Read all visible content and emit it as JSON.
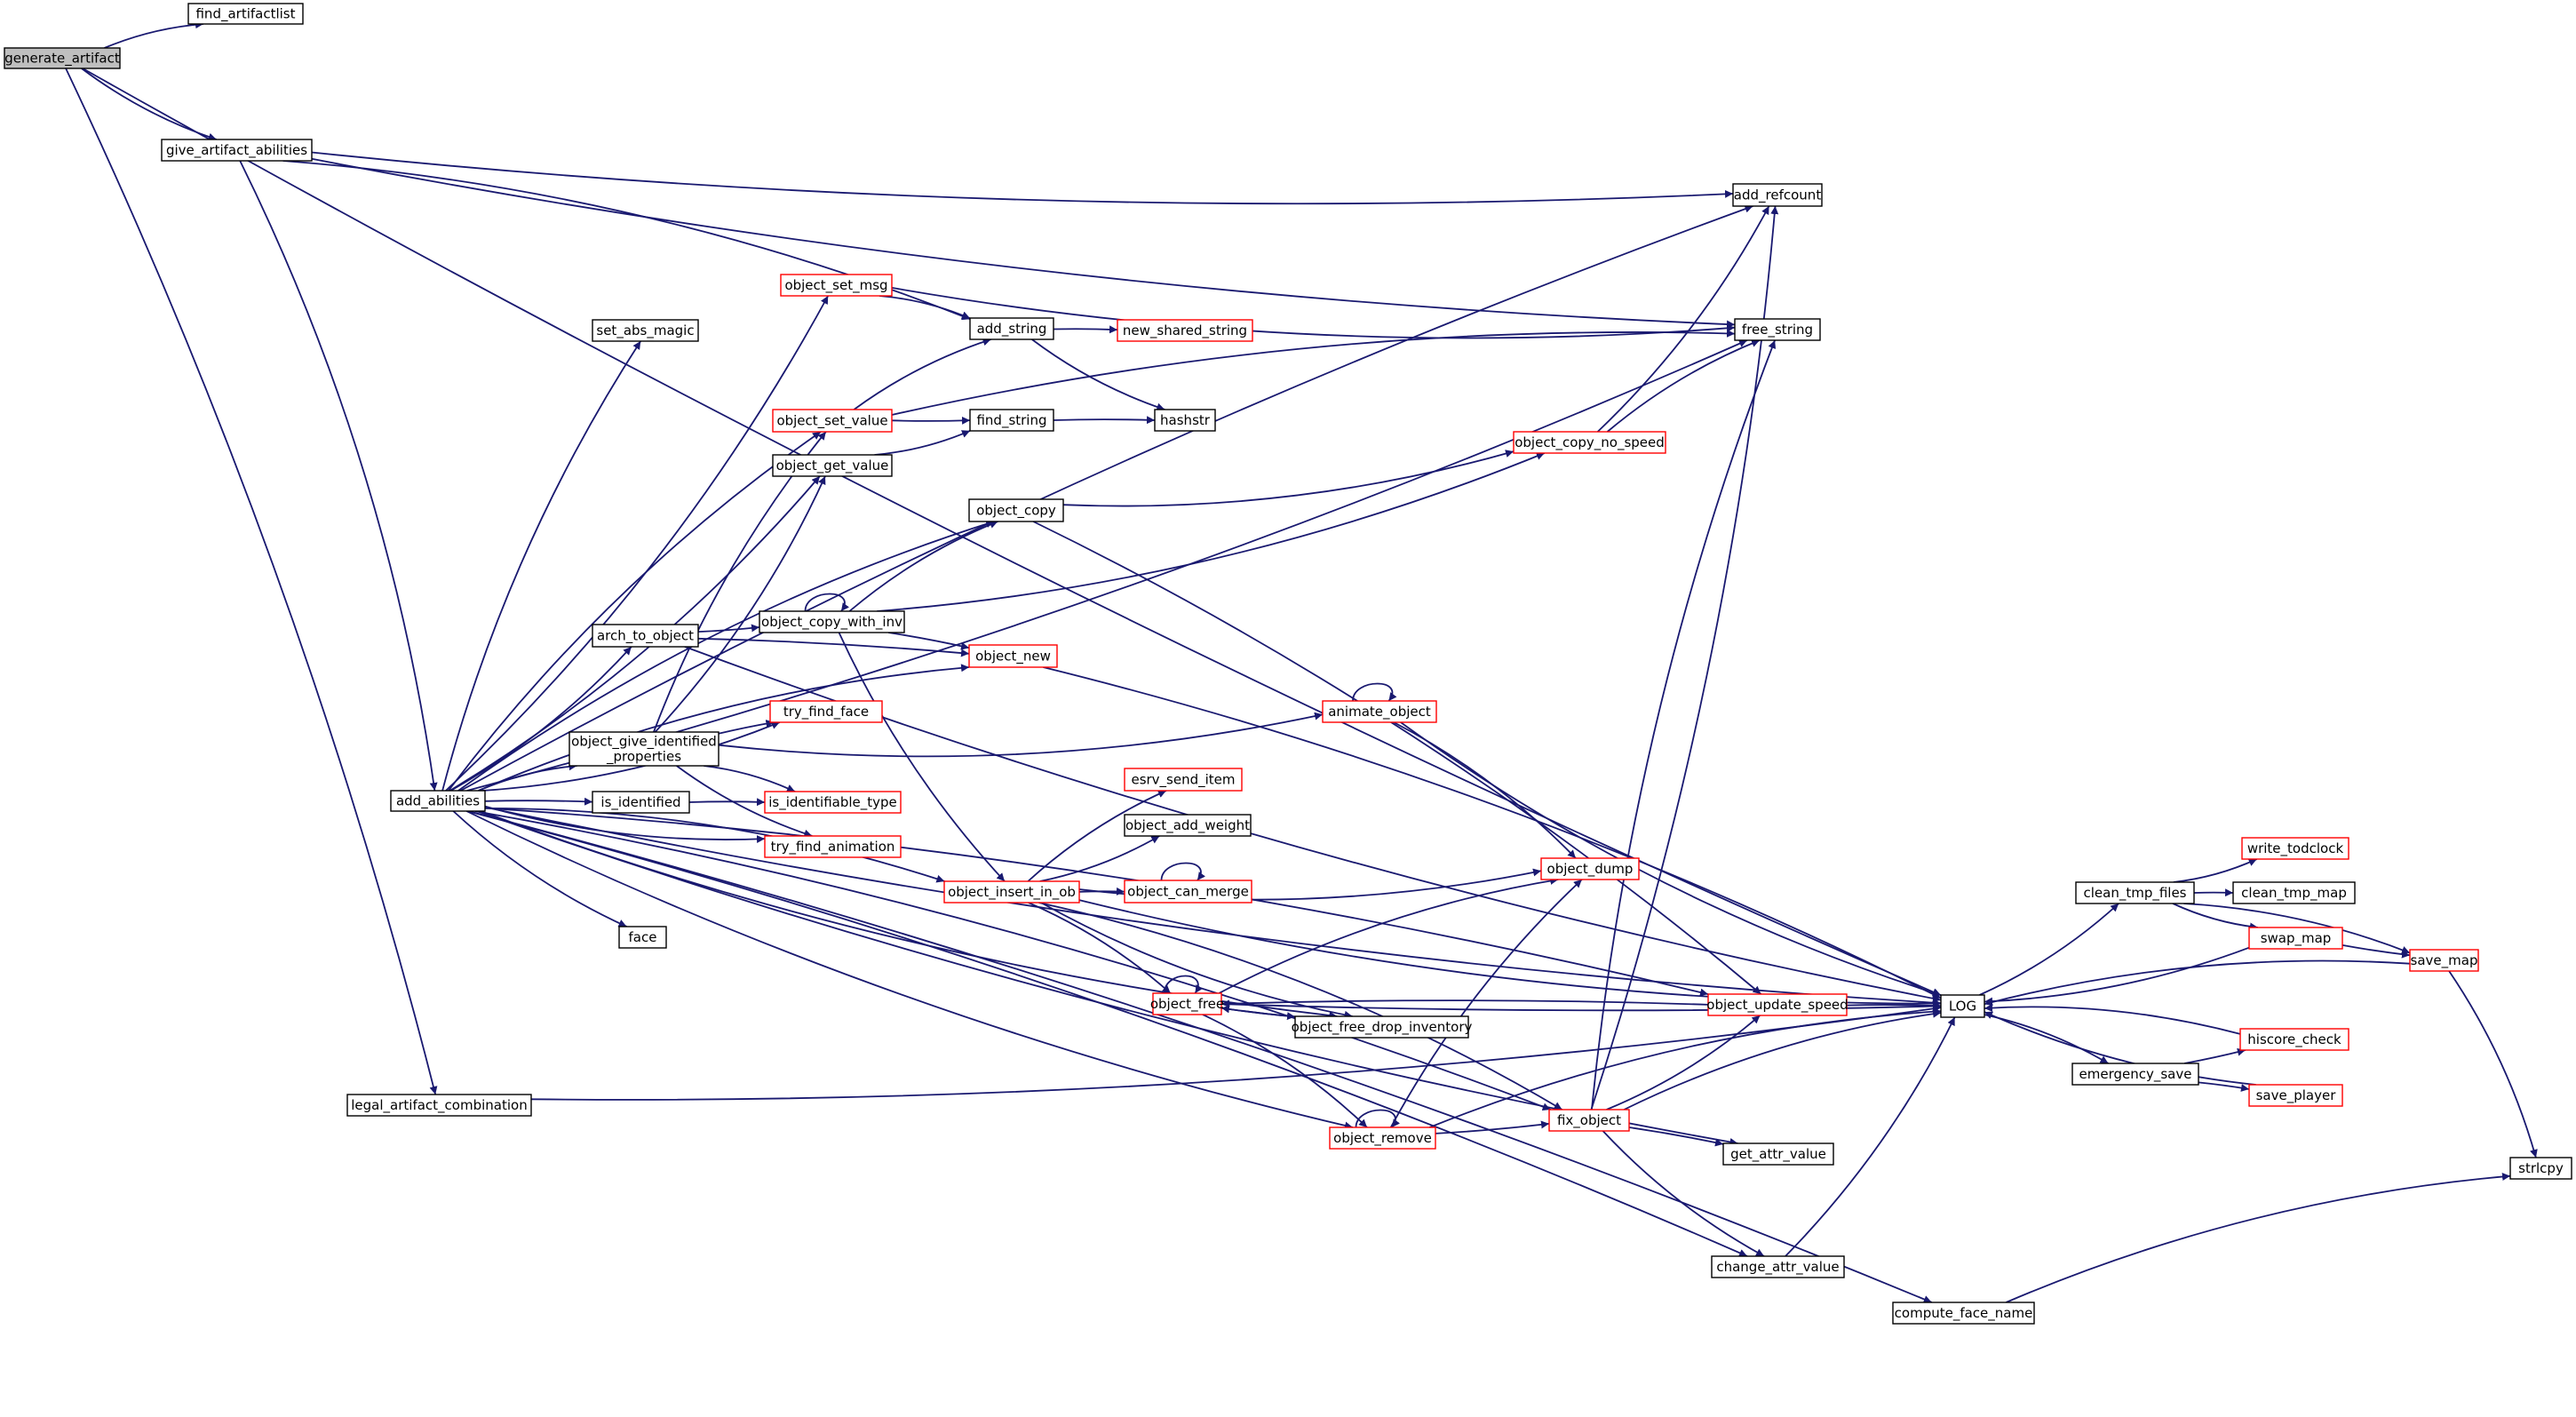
{
  "colors": {
    "edge": "#191970",
    "node_border": "#000000",
    "node_border_incomplete": "#ff0000",
    "root_fill": "#bfbfbf",
    "node_fill": "#ffffff"
  },
  "nodes": {
    "generate_artifact": {
      "lines": [
        "generate_artifact"
      ],
      "style": "root"
    },
    "find_artifactlist": {
      "lines": [
        "find_artifactlist"
      ],
      "style": "normal"
    },
    "give_artifact_abilities": {
      "lines": [
        "give_artifact_abilities"
      ],
      "style": "normal"
    },
    "add_abilities": {
      "lines": [
        "add_abilities"
      ],
      "style": "normal"
    },
    "legal_artifact_combination": {
      "lines": [
        "legal_artifact_combination"
      ],
      "style": "normal"
    },
    "set_abs_magic": {
      "lines": [
        "set_abs_magic"
      ],
      "style": "normal"
    },
    "object_set_msg": {
      "lines": [
        "object_set_msg"
      ],
      "style": "incomplete"
    },
    "object_set_value": {
      "lines": [
        "object_set_value"
      ],
      "style": "incomplete"
    },
    "object_get_value": {
      "lines": [
        "object_get_value"
      ],
      "style": "normal"
    },
    "arch_to_object": {
      "lines": [
        "arch_to_object"
      ],
      "style": "normal"
    },
    "object_give_identified_properties": {
      "lines": [
        "object_give_identified",
        "_properties"
      ],
      "style": "normal"
    },
    "is_identified": {
      "lines": [
        "is_identified"
      ],
      "style": "normal"
    },
    "face": {
      "lines": [
        "face"
      ],
      "style": "normal"
    },
    "add_string": {
      "lines": [
        "add_string"
      ],
      "style": "normal"
    },
    "find_string": {
      "lines": [
        "find_string"
      ],
      "style": "normal"
    },
    "object_copy": {
      "lines": [
        "object_copy"
      ],
      "style": "normal"
    },
    "object_copy_with_inv": {
      "lines": [
        "object_copy_with_inv"
      ],
      "style": "normal"
    },
    "object_new": {
      "lines": [
        "object_new"
      ],
      "style": "incomplete"
    },
    "try_find_face": {
      "lines": [
        "try_find_face"
      ],
      "style": "incomplete"
    },
    "is_identifiable_type": {
      "lines": [
        "is_identifiable_type"
      ],
      "style": "incomplete"
    },
    "try_find_animation": {
      "lines": [
        "try_find_animation"
      ],
      "style": "incomplete"
    },
    "object_insert_in_ob": {
      "lines": [
        "object_insert_in_ob"
      ],
      "style": "incomplete"
    },
    "esrv_send_item": {
      "lines": [
        "esrv_send_item"
      ],
      "style": "incomplete"
    },
    "object_add_weight": {
      "lines": [
        "object_add_weight"
      ],
      "style": "normal"
    },
    "object_can_merge": {
      "lines": [
        "object_can_merge"
      ],
      "style": "incomplete"
    },
    "object_free": {
      "lines": [
        "object_free"
      ],
      "style": "incomplete"
    },
    "object_free_drop_inventory": {
      "lines": [
        "object_free_drop_inventory"
      ],
      "style": "normal"
    },
    "object_remove": {
      "lines": [
        "object_remove"
      ],
      "style": "incomplete"
    },
    "new_shared_string": {
      "lines": [
        "new_shared_string"
      ],
      "style": "incomplete"
    },
    "hashstr": {
      "lines": [
        "hashstr"
      ],
      "style": "normal"
    },
    "object_copy_no_speed": {
      "lines": [
        "object_copy_no_speed"
      ],
      "style": "incomplete"
    },
    "animate_object": {
      "lines": [
        "animate_object"
      ],
      "style": "incomplete"
    },
    "object_dump": {
      "lines": [
        "object_dump"
      ],
      "style": "incomplete"
    },
    "object_update_speed": {
      "lines": [
        "object_update_speed"
      ],
      "style": "incomplete"
    },
    "fix_object": {
      "lines": [
        "fix_object"
      ],
      "style": "incomplete"
    },
    "add_refcount": {
      "lines": [
        "add_refcount"
      ],
      "style": "normal"
    },
    "free_string": {
      "lines": [
        "free_string"
      ],
      "style": "normal"
    },
    "get_attr_value": {
      "lines": [
        "get_attr_value"
      ],
      "style": "normal"
    },
    "change_attr_value": {
      "lines": [
        "change_attr_value"
      ],
      "style": "normal"
    },
    "compute_face_name": {
      "lines": [
        "compute_face_name"
      ],
      "style": "normal"
    },
    "LOG": {
      "lines": [
        "LOG"
      ],
      "style": "normal"
    },
    "clean_tmp_files": {
      "lines": [
        "clean_tmp_files"
      ],
      "style": "normal"
    },
    "write_todclock": {
      "lines": [
        "write_todclock"
      ],
      "style": "incomplete"
    },
    "clean_tmp_map": {
      "lines": [
        "clean_tmp_map"
      ],
      "style": "normal"
    },
    "swap_map": {
      "lines": [
        "swap_map"
      ],
      "style": "incomplete"
    },
    "save_map": {
      "lines": [
        "save_map"
      ],
      "style": "incomplete"
    },
    "hiscore_check": {
      "lines": [
        "hiscore_check"
      ],
      "style": "incomplete"
    },
    "emergency_save": {
      "lines": [
        "emergency_save"
      ],
      "style": "normal"
    },
    "save_player": {
      "lines": [
        "save_player"
      ],
      "style": "incomplete"
    },
    "strlcpy": {
      "lines": [
        "strlcpy"
      ],
      "style": "normal"
    }
  },
  "edges": [
    [
      "generate_artifact",
      "find_artifactlist"
    ],
    [
      "generate_artifact",
      "give_artifact_abilities"
    ],
    [
      "generate_artifact",
      "legal_artifact_combination"
    ],
    [
      "generate_artifact",
      "LOG"
    ],
    [
      "give_artifact_abilities",
      "add_abilities"
    ],
    [
      "give_artifact_abilities",
      "add_refcount"
    ],
    [
      "give_artifact_abilities",
      "add_string"
    ],
    [
      "give_artifact_abilities",
      "free_string"
    ],
    [
      "add_abilities",
      "add_refcount"
    ],
    [
      "add_abilities",
      "free_string"
    ],
    [
      "add_abilities",
      "set_abs_magic"
    ],
    [
      "add_abilities",
      "object_set_msg"
    ],
    [
      "add_abilities",
      "object_set_value"
    ],
    [
      "add_abilities",
      "object_get_value"
    ],
    [
      "add_abilities",
      "object_copy"
    ],
    [
      "add_abilities",
      "arch_to_object"
    ],
    [
      "add_abilities",
      "object_give_identified_properties"
    ],
    [
      "add_abilities",
      "try_find_face"
    ],
    [
      "add_abilities",
      "is_identified"
    ],
    [
      "add_abilities",
      "try_find_animation"
    ],
    [
      "add_abilities",
      "object_new"
    ],
    [
      "add_abilities",
      "face"
    ],
    [
      "add_abilities",
      "object_insert_in_ob"
    ],
    [
      "add_abilities",
      "object_free_drop_inventory"
    ],
    [
      "add_abilities",
      "object_update_speed"
    ],
    [
      "add_abilities",
      "object_remove"
    ],
    [
      "add_abilities",
      "fix_object"
    ],
    [
      "add_abilities",
      "get_attr_value"
    ],
    [
      "add_abilities",
      "change_attr_value"
    ],
    [
      "add_abilities",
      "LOG"
    ],
    [
      "add_abilities",
      "compute_face_name"
    ],
    [
      "legal_artifact_combination",
      "LOG"
    ],
    [
      "object_set_msg",
      "add_string"
    ],
    [
      "object_set_msg",
      "free_string"
    ],
    [
      "object_set_value",
      "add_string"
    ],
    [
      "object_set_value",
      "find_string"
    ],
    [
      "object_set_value",
      "free_string"
    ],
    [
      "object_get_value",
      "find_string"
    ],
    [
      "add_string",
      "new_shared_string"
    ],
    [
      "add_string",
      "hashstr"
    ],
    [
      "find_string",
      "hashstr"
    ],
    [
      "arch_to_object",
      "object_copy_with_inv"
    ],
    [
      "arch_to_object",
      "object_new"
    ],
    [
      "arch_to_object",
      "LOG"
    ],
    [
      "object_give_identified_properties",
      "object_set_value"
    ],
    [
      "object_give_identified_properties",
      "object_get_value"
    ],
    [
      "object_give_identified_properties",
      "try_find_face"
    ],
    [
      "object_give_identified_properties",
      "animate_object"
    ],
    [
      "object_give_identified_properties",
      "is_identifiable_type"
    ],
    [
      "object_give_identified_properties",
      "try_find_animation"
    ],
    [
      "is_identified",
      "is_identifiable_type"
    ],
    [
      "object_copy",
      "object_copy_no_speed"
    ],
    [
      "object_copy",
      "object_update_speed"
    ],
    [
      "object_copy_with_inv",
      "object_copy_with_inv"
    ],
    [
      "object_copy_with_inv",
      "object_copy"
    ],
    [
      "object_copy_with_inv",
      "object_copy_no_speed"
    ],
    [
      "object_copy_with_inv",
      "object_new"
    ],
    [
      "object_copy_with_inv",
      "object_insert_in_ob"
    ],
    [
      "object_new",
      "LOG"
    ],
    [
      "object_copy_no_speed",
      "add_refcount"
    ],
    [
      "object_copy_no_speed",
      "free_string"
    ],
    [
      "animate_object",
      "animate_object"
    ],
    [
      "animate_object",
      "object_dump"
    ],
    [
      "animate_object",
      "LOG"
    ],
    [
      "object_insert_in_ob",
      "esrv_send_item"
    ],
    [
      "object_insert_in_ob",
      "object_add_weight"
    ],
    [
      "object_insert_in_ob",
      "object_can_merge"
    ],
    [
      "object_insert_in_ob",
      "object_dump"
    ],
    [
      "object_insert_in_ob",
      "object_free"
    ],
    [
      "object_insert_in_ob",
      "object_free_drop_inventory"
    ],
    [
      "object_insert_in_ob",
      "fix_object"
    ],
    [
      "object_insert_in_ob",
      "LOG"
    ],
    [
      "object_can_merge",
      "object_can_merge"
    ],
    [
      "object_free",
      "object_free"
    ],
    [
      "object_free",
      "object_dump"
    ],
    [
      "object_free",
      "object_free_drop_inventory"
    ],
    [
      "object_free",
      "object_remove"
    ],
    [
      "object_free",
      "LOG"
    ],
    [
      "object_free_drop_inventory",
      "object_free"
    ],
    [
      "object_update_speed",
      "object_free"
    ],
    [
      "object_update_speed",
      "LOG"
    ],
    [
      "object_remove",
      "object_remove"
    ],
    [
      "object_remove",
      "object_dump"
    ],
    [
      "object_remove",
      "fix_object"
    ],
    [
      "object_remove",
      "LOG"
    ],
    [
      "fix_object",
      "add_refcount"
    ],
    [
      "fix_object",
      "free_string"
    ],
    [
      "fix_object",
      "object_update_speed"
    ],
    [
      "fix_object",
      "get_attr_value"
    ],
    [
      "fix_object",
      "change_attr_value"
    ],
    [
      "fix_object",
      "LOG"
    ],
    [
      "change_attr_value",
      "LOG"
    ],
    [
      "compute_face_name",
      "strlcpy"
    ],
    [
      "LOG",
      "clean_tmp_files"
    ],
    [
      "LOG",
      "emergency_save"
    ],
    [
      "clean_tmp_files",
      "write_todclock"
    ],
    [
      "clean_tmp_files",
      "clean_tmp_map"
    ],
    [
      "clean_tmp_files",
      "swap_map"
    ],
    [
      "clean_tmp_files",
      "save_map"
    ],
    [
      "swap_map",
      "save_map"
    ],
    [
      "swap_map",
      "LOG"
    ],
    [
      "save_map",
      "LOG"
    ],
    [
      "save_map",
      "strlcpy"
    ],
    [
      "emergency_save",
      "hiscore_check"
    ],
    [
      "emergency_save",
      "save_player"
    ],
    [
      "hiscore_check",
      "LOG"
    ],
    [
      "save_player",
      "LOG"
    ]
  ]
}
